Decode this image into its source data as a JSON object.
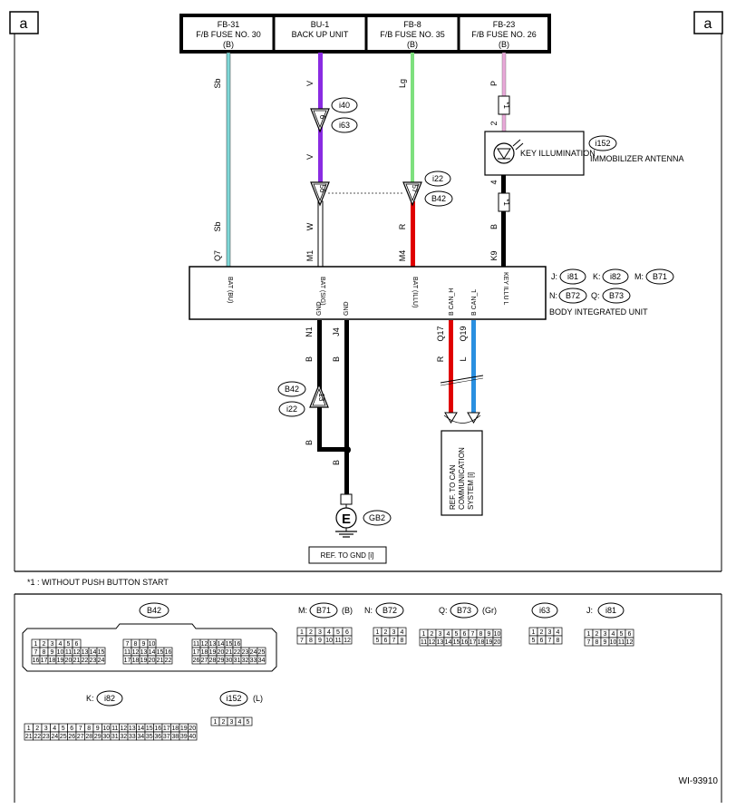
{
  "page_marker": "a",
  "fuses": [
    {
      "code": "FB-31",
      "name": "F/B FUSE NO. 30",
      "sub": "(B)"
    },
    {
      "code": "BU-1",
      "name": "BACK UP UNIT",
      "sub": ""
    },
    {
      "code": "FB-8",
      "name": "F/B FUSE NO. 35",
      "sub": "(B)"
    },
    {
      "code": "FB-23",
      "name": "F/B FUSE NO. 26",
      "sub": "(B)"
    }
  ],
  "wire_colors": {
    "sb": "Sb",
    "v": "V",
    "w": "W",
    "lg": "Lg",
    "r": "R",
    "p": "P",
    "b": "B",
    "l": "L"
  },
  "connectors": {
    "i40": "i40",
    "i63": "i63",
    "i22": "i22",
    "b42": "B42",
    "i152": "i152",
    "b42b": "B42",
    "i22b": "i22",
    "gb2": "GB2"
  },
  "pins": {
    "p6": "6",
    "p56": "56",
    "p57": "57",
    "p13": "13",
    "p2": "2",
    "p4": "4"
  },
  "star1": "*1",
  "key_illumination": "KEY ILLUMINATION",
  "immobilizer": "IMMOBILIZER ANTENNA",
  "biu": {
    "name": "BODY INTEGRATED UNIT",
    "terms_top": [
      {
        "pin": "Q7",
        "label": "BAT (BU)"
      },
      {
        "pin": "M1",
        "label": "BAT (SIG)"
      },
      {
        "pin": "M4",
        "label": "BAT (ILLU)"
      },
      {
        "pin": "K9",
        "label": "KEY ILLU L"
      }
    ],
    "terms_bottom": [
      {
        "pin": "N1",
        "label": "GND"
      },
      {
        "pin": "J4",
        "label": "GND"
      },
      {
        "pin": "Q17",
        "label": "B CAN_H"
      },
      {
        "pin": "Q19",
        "label": "B CAN_L"
      }
    ],
    "conn_map": [
      {
        "prefix": "J:",
        "id": "i81"
      },
      {
        "prefix": "K:",
        "id": "i82"
      },
      {
        "prefix": "M:",
        "id": "B71"
      },
      {
        "prefix": "N:",
        "id": "B72"
      },
      {
        "prefix": "Q:",
        "id": "B73"
      }
    ]
  },
  "ground_letter": "E",
  "ref_gnd": "REF. TO GND [i]",
  "ref_can": "REF. TO CAN COMMUNICATION SYSTEM [i]",
  "footnote": "*1  : WITHOUT PUSH BUTTON START",
  "views": {
    "b42": {
      "label": "B42"
    },
    "b71": {
      "prefix": "M:",
      "label": "B71",
      "suffix": "(B)"
    },
    "b72": {
      "prefix": "N:",
      "label": "B72"
    },
    "b73": {
      "prefix": "Q:",
      "label": "B73",
      "suffix": "(Gr)"
    },
    "i63": {
      "label": "i63"
    },
    "i81": {
      "prefix": "J:",
      "label": "i81"
    },
    "i82": {
      "prefix": "K:",
      "label": "i82"
    },
    "i152": {
      "label": "i152",
      "suffix": "(L)"
    }
  },
  "figure_code": "WI-93910",
  "colors": {
    "sb": "#7fd8d8",
    "v": "#8a2be2",
    "lg": "#7ee07e",
    "r": "#e00000",
    "p": "#e8a8d8",
    "l": "#2a8fe0",
    "b": "#000000"
  }
}
